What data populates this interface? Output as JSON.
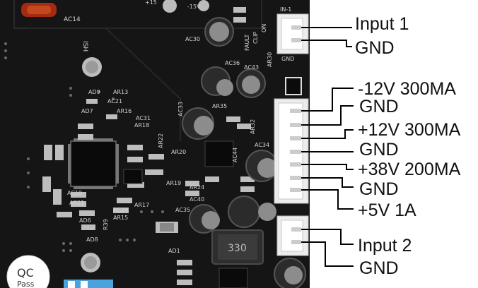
{
  "labels": {
    "input1": "Input 1",
    "gnd1": "GND",
    "neg12v": "-12V 300MA",
    "gnd2": "GND",
    "pos12v": "+12V 300MA",
    "gnd3": "GND",
    "pos38v": "+38V 200MA",
    "gnd4": "GND",
    "pos5v": "+5V 1A",
    "input2": "Input 2",
    "gnd5": "GND"
  },
  "board_silkscreen": {
    "ac14": "AC14",
    "ish": "ISH",
    "ad9": "AD9",
    "ar13": "AR13",
    "ac21": "AC21",
    "ad7": "AD7",
    "ar16": "AR16",
    "ac31": "AC31",
    "ar18": "AR18",
    "ac33": "AC33",
    "ar35": "AR35",
    "ac44": "AC44",
    "ac34": "AC34",
    "ac36": "AC36",
    "ac43": "AC43",
    "ac30": "AC30",
    "ar32": "AR32",
    "ar20": "AR20",
    "ar19": "AR19",
    "ar22": "AR22",
    "ar24": "AR24",
    "ac40": "AC40",
    "ac35": "AC35",
    "ac19": "AC19",
    "ar21": "AR21",
    "ac24": "AC24",
    "ar15": "AR15",
    "ar17": "AR17",
    "ad6": "AD6",
    "ad8": "AD8",
    "ad1": "AD1",
    "r39": "R39",
    "inductor": "330",
    "m15v": "-15V",
    "p15v": "+15",
    "fault": "FAULT",
    "clip": "CLIP",
    "on": "ON",
    "in1": "IN-1",
    "ar30": "AR30",
    "gnd": "GND",
    "qc": "QC",
    "pass": "Pass"
  },
  "colors": {
    "board": "#151515",
    "pad": "#bdbdbd",
    "connector": "#ececec",
    "line": "#000000",
    "text": "#111111"
  }
}
